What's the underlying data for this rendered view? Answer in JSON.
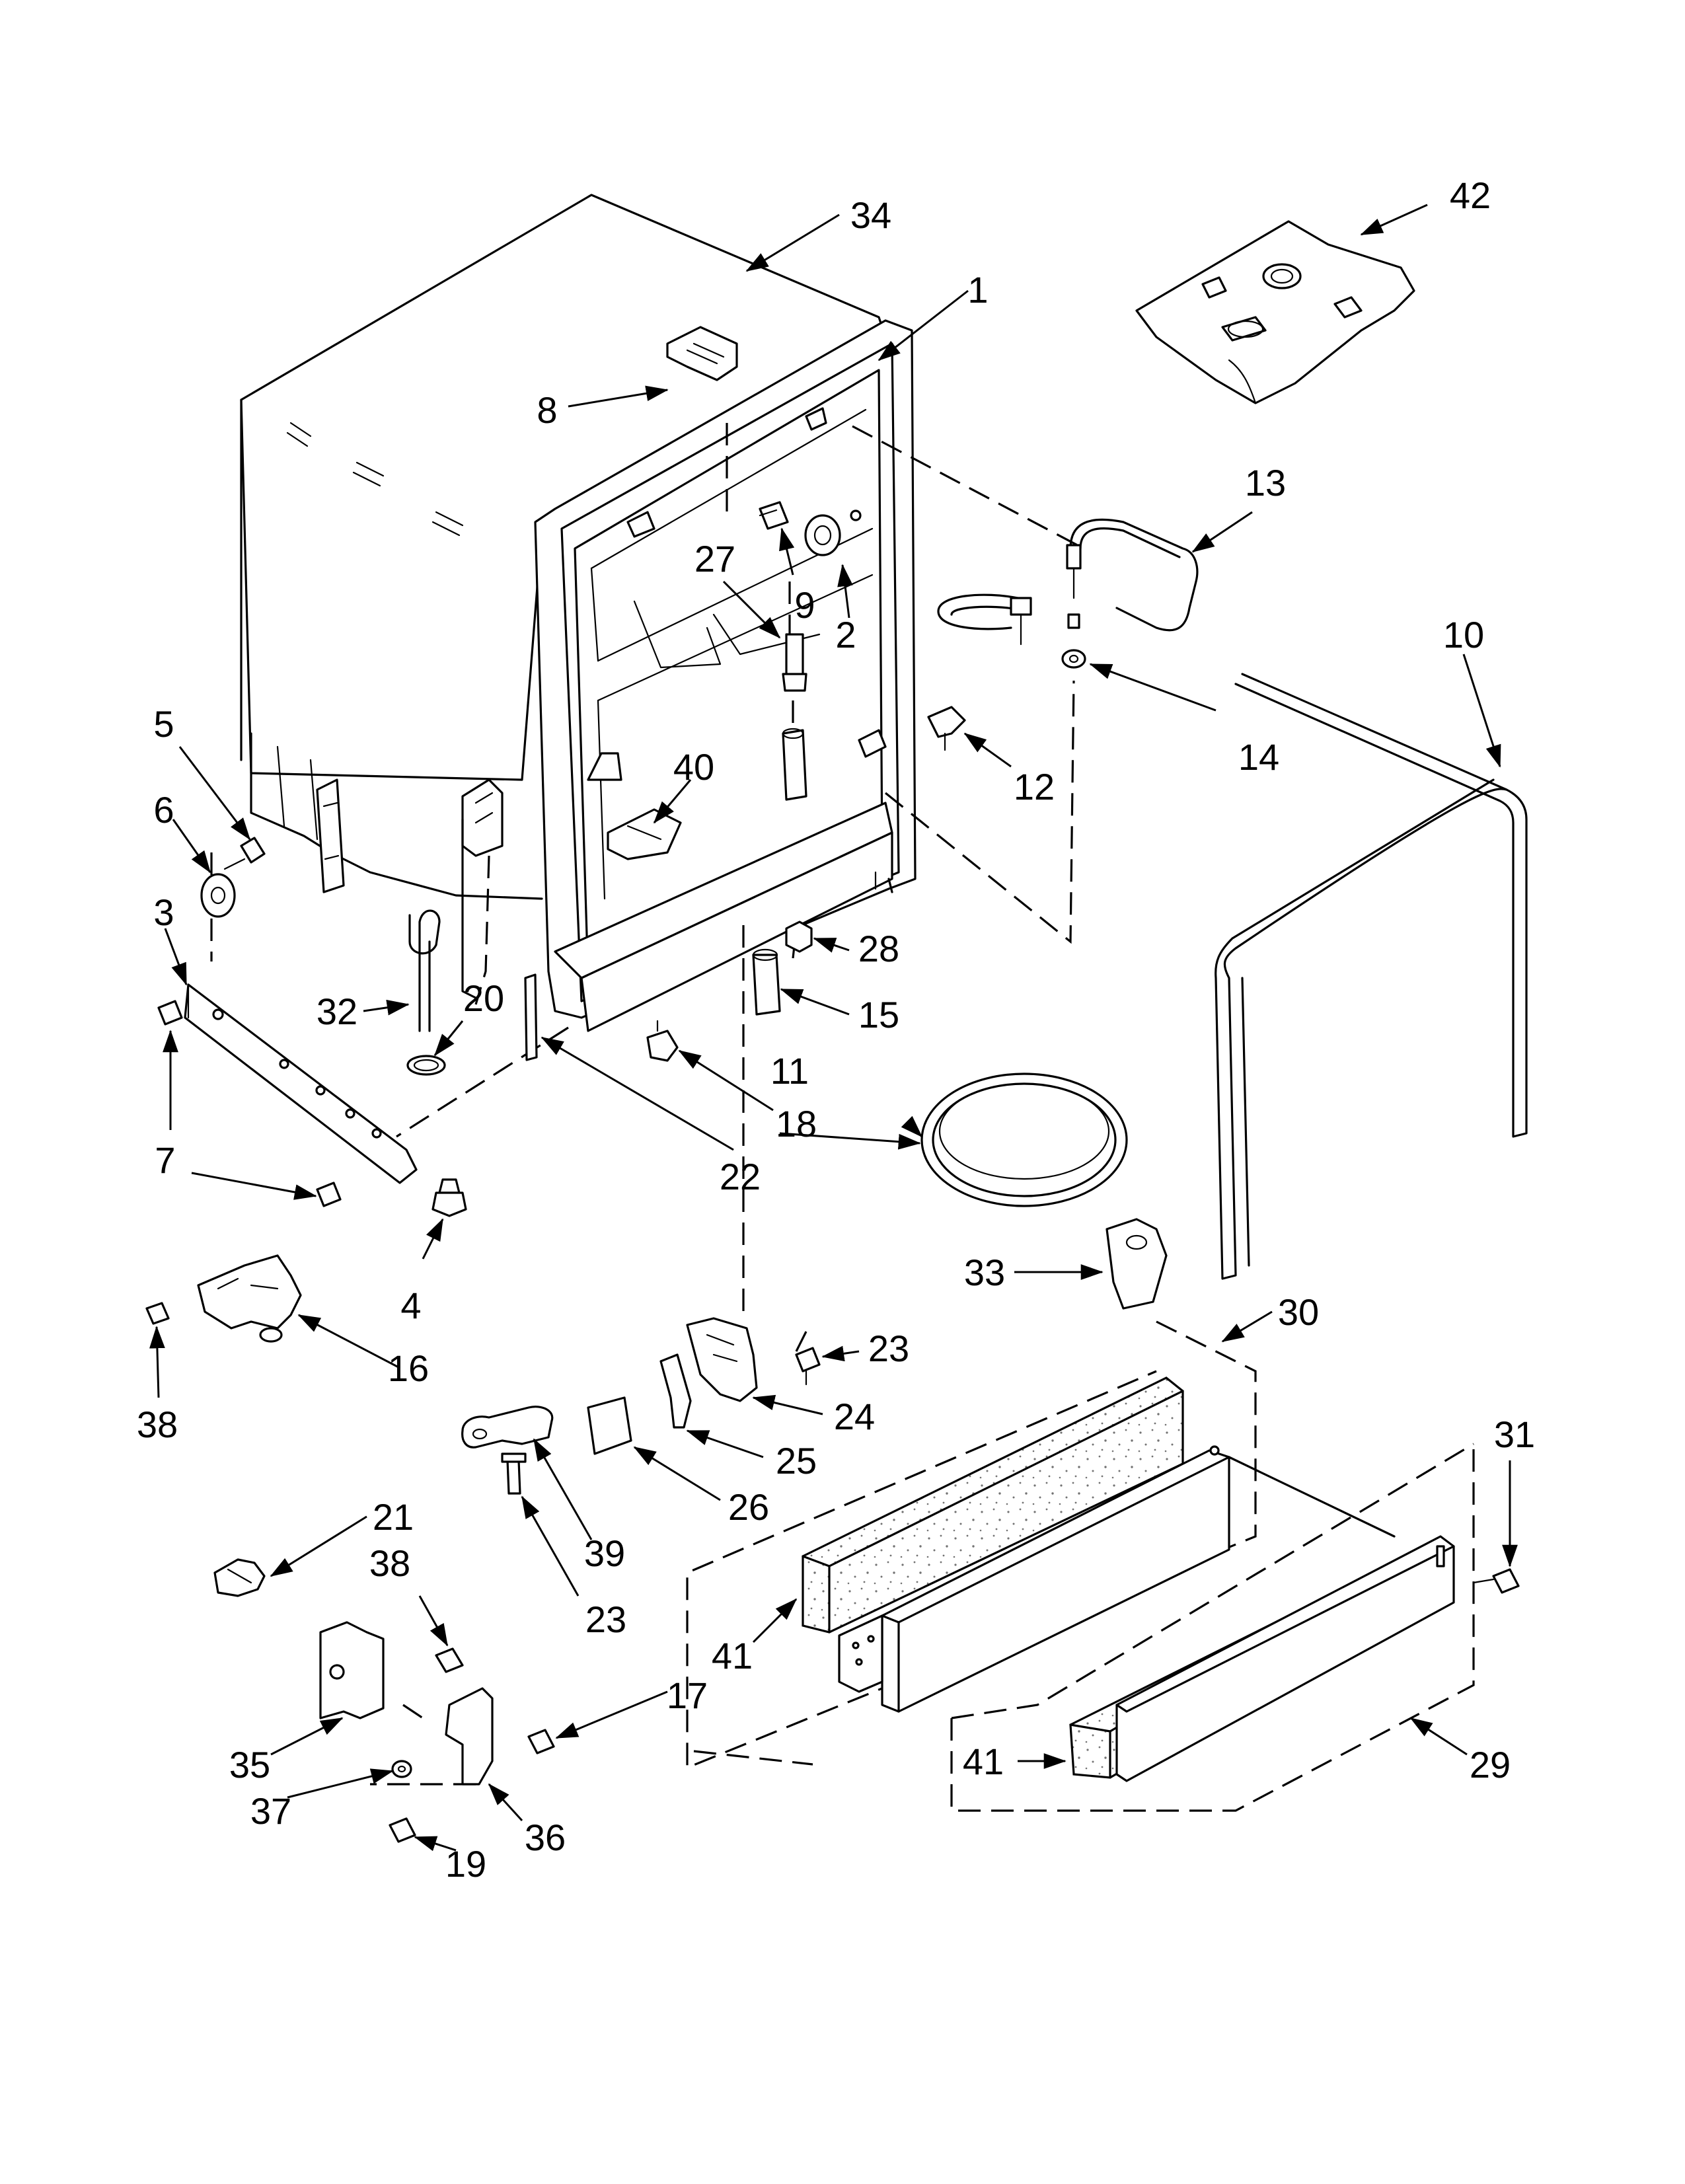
{
  "diagram": {
    "callouts": [
      "1",
      "2",
      "3",
      "4",
      "5",
      "6",
      "7",
      "8",
      "9",
      "10",
      "11",
      "12",
      "13",
      "14",
      "15",
      "16",
      "17",
      "18",
      "19",
      "20",
      "21",
      "22",
      "23",
      "24",
      "25",
      "26",
      "27",
      "28",
      "29",
      "30",
      "31",
      "32",
      "33",
      "34",
      "35",
      "36",
      "37",
      "38",
      "39",
      "40",
      "41",
      "42"
    ]
  }
}
